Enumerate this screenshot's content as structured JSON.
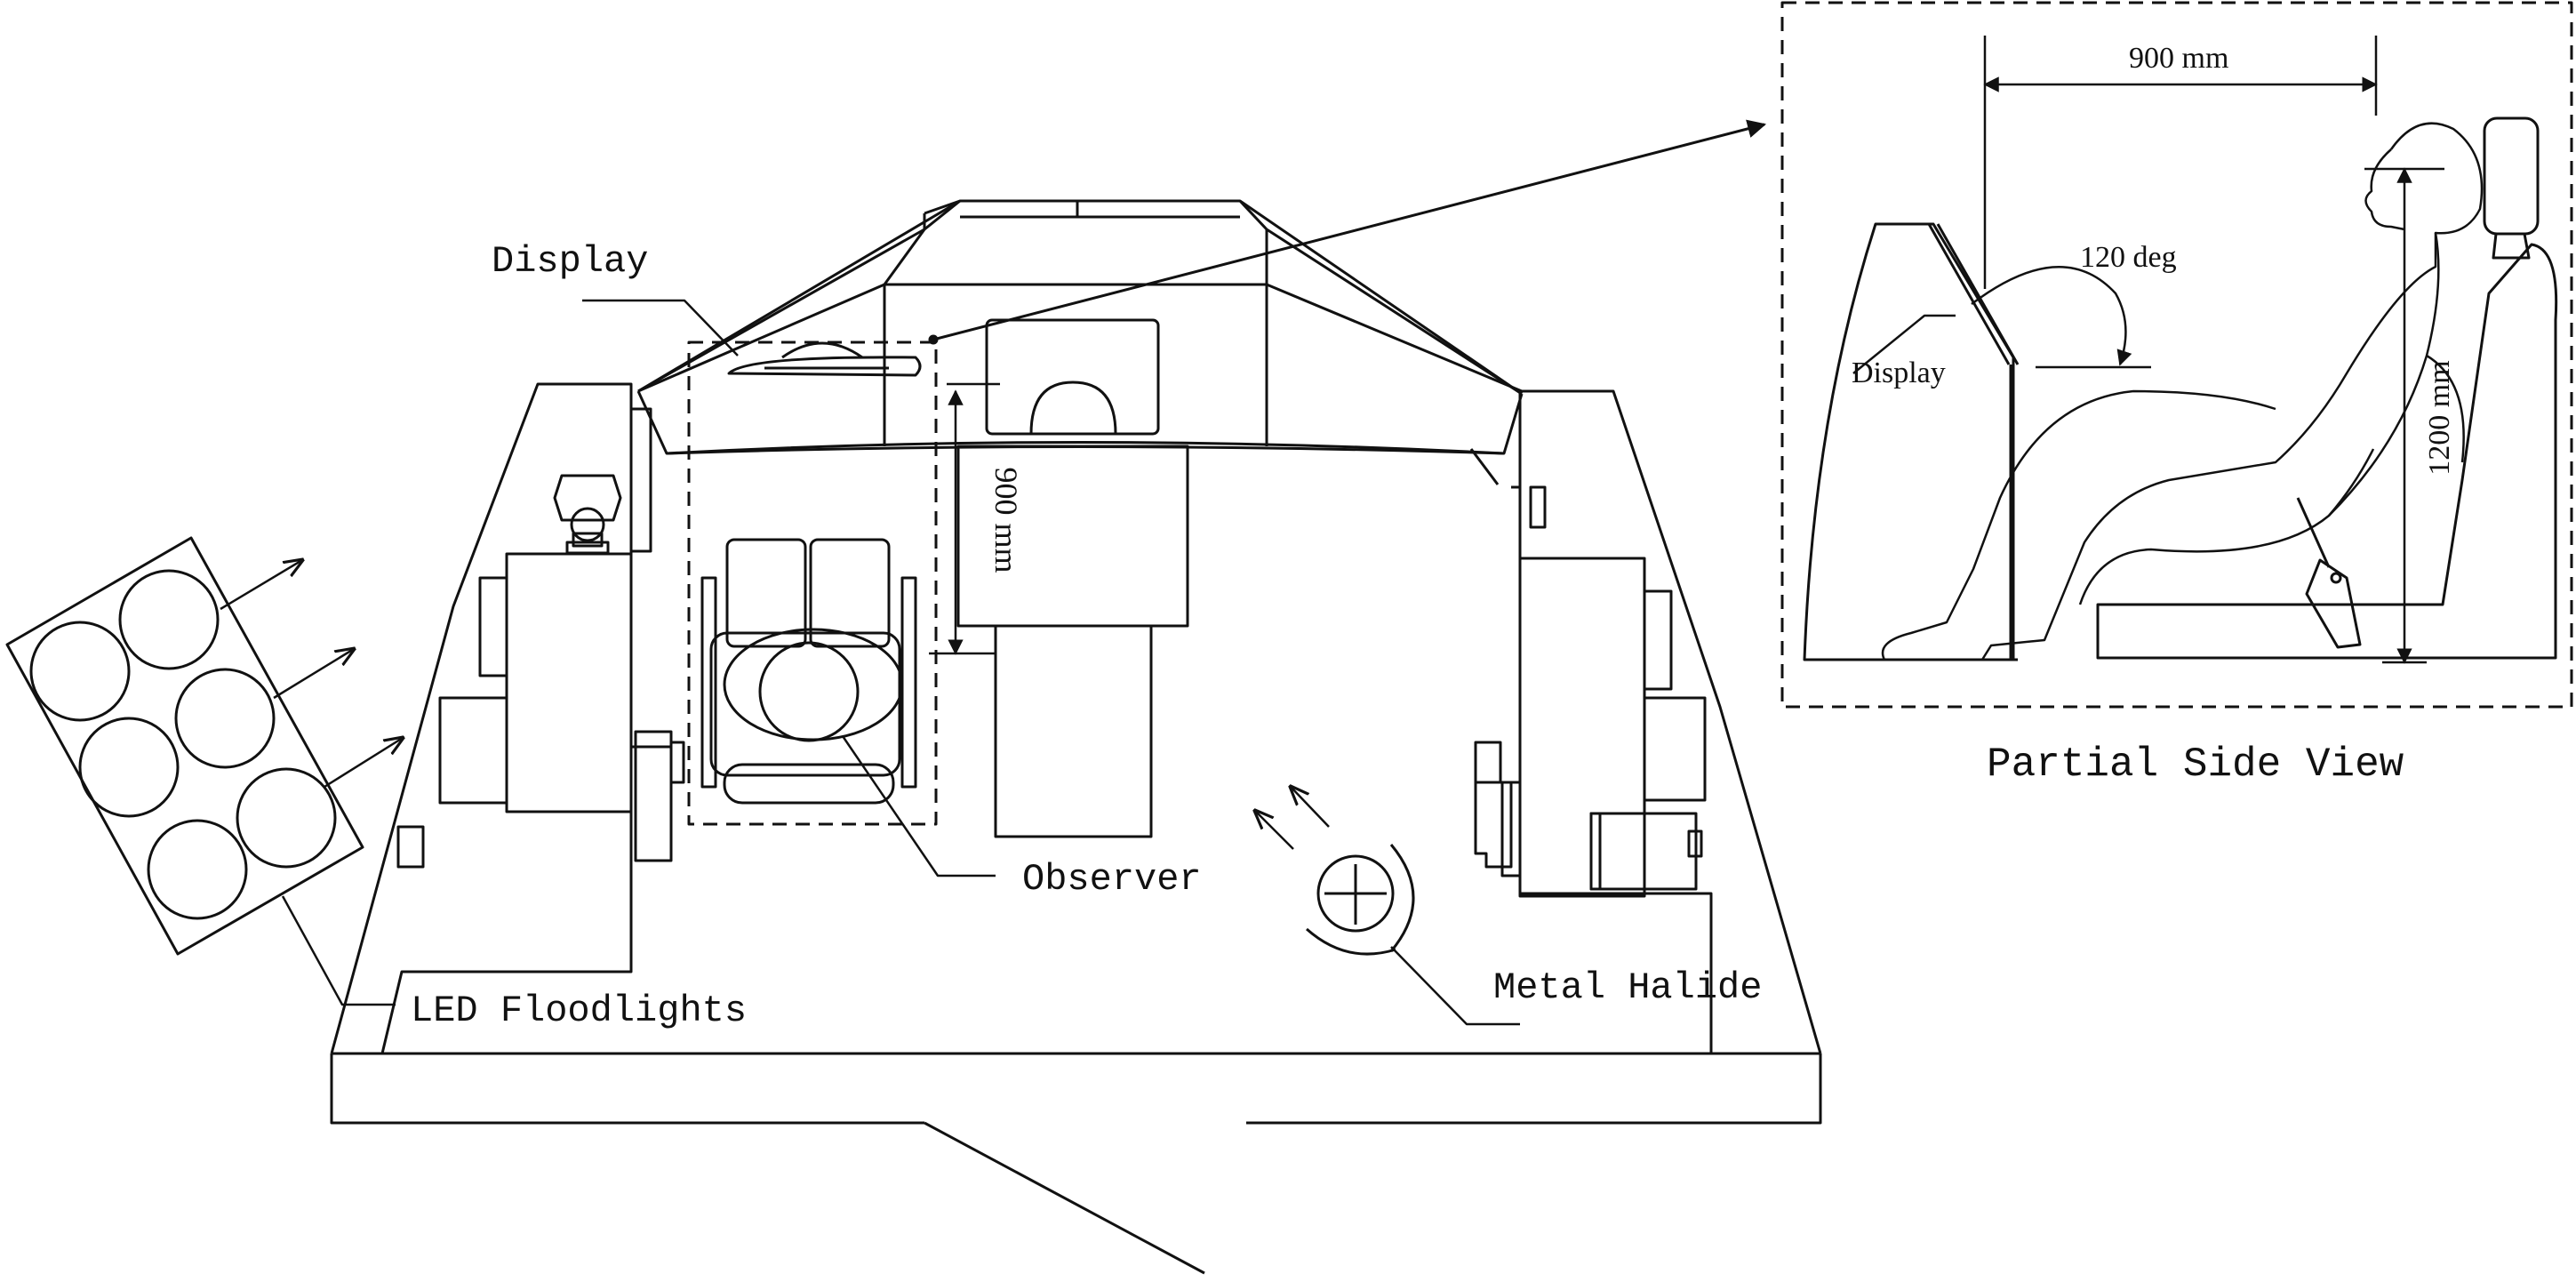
{
  "labels": {
    "display": "Display",
    "observer": "Observer",
    "led_floodlights": "LED Floodlights",
    "metal_halide": "Metal Halide",
    "dim_900_vertical": "900 mm"
  },
  "inset": {
    "title": "Partial Side View",
    "dim_900": "900 mm",
    "angle": "120 deg",
    "display": "Display",
    "dim_1200": "1200 mm"
  },
  "colors": {
    "stroke": "#111111",
    "background": "#ffffff"
  }
}
